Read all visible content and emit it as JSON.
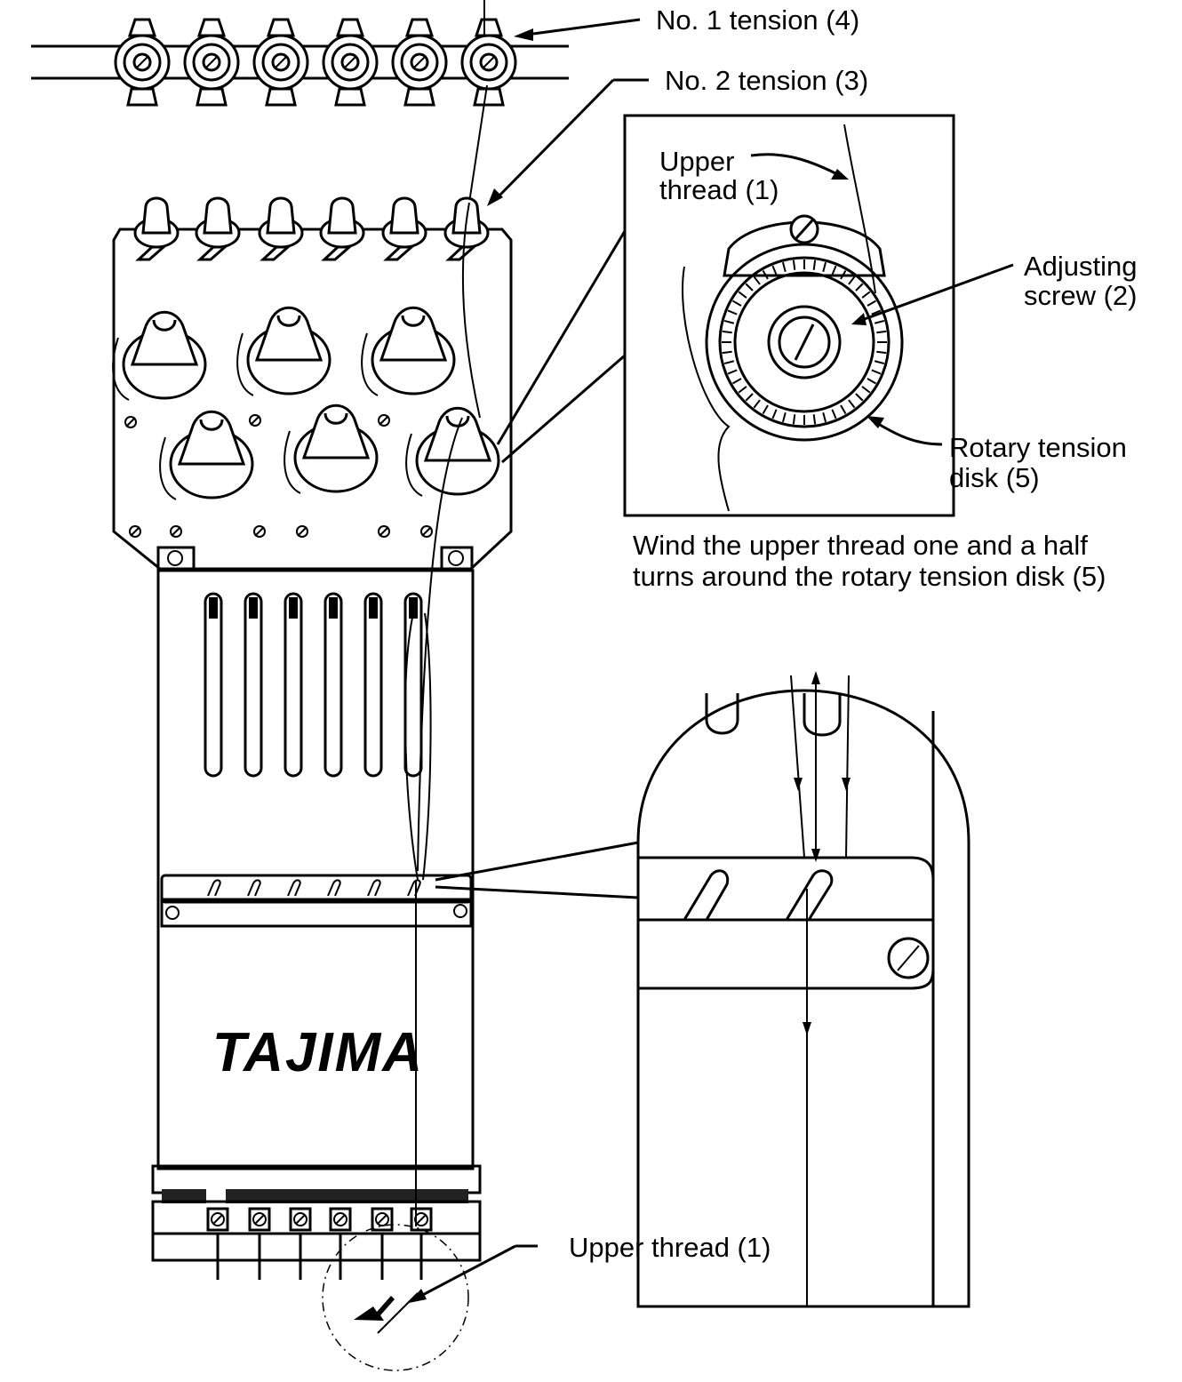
{
  "labels": {
    "no1_tension": "No. 1 tension (4)",
    "no2_tension": "No. 2 tension (3)",
    "upper_thread_line1": "Upper",
    "upper_thread_line2": "thread (1)",
    "adjusting_screw_line1": "Adjusting",
    "adjusting_screw_line2": "screw (2)",
    "rotary_disk_line1": "Rotary tension",
    "rotary_disk_line2": "disk (5)",
    "instruction_line1": "Wind the upper thread one and a half",
    "instruction_line2": "turns around the rotary tension disk (5)",
    "upper_thread_bottom": "Upper thread (1)"
  },
  "brand": "TAJIMA"
}
